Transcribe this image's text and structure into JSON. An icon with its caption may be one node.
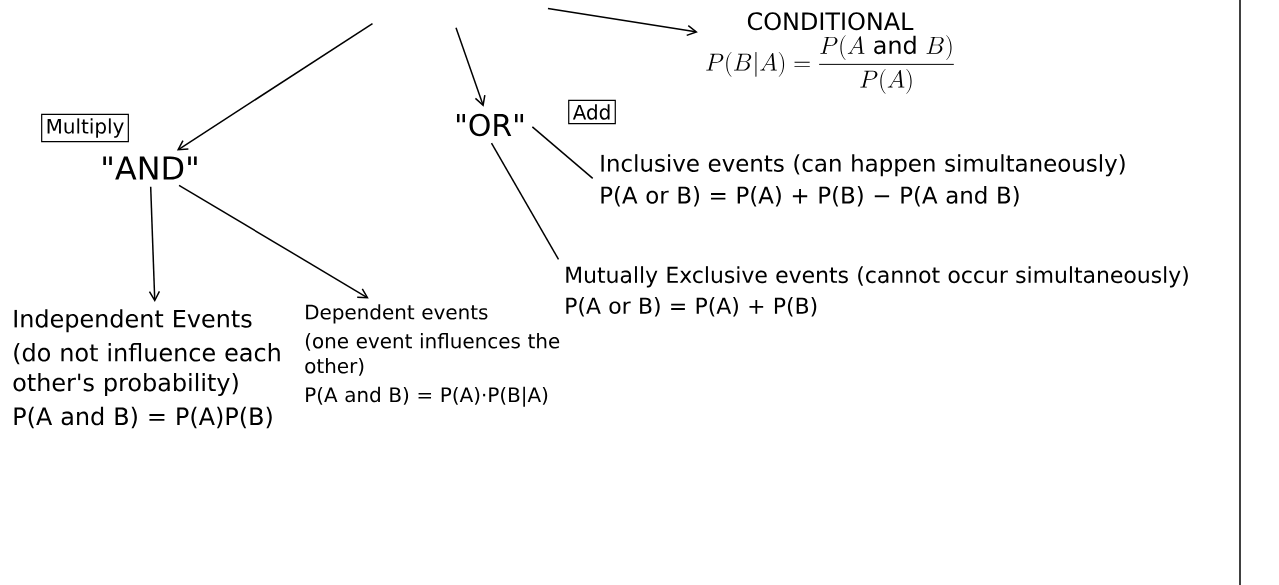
{
  "diagram": {
    "nodes": [
      {
        "text": [
          "Multiply"
        ]
      },
      {
        "text": [
          "\"AND\""
        ]
      },
      {
        "text": [
          "\"OR\""
        ]
      },
      {
        "text": [
          "Add"
        ]
      },
      {
        "text": [
          "CONDITIONAL",
          "P(B|A) = \\frac{P(A \\text{ and } B)}{P(A)}"
        ]
      },
      {
        "text": [
          "Inclusive events (can happen simultaneously)",
          "P(A or B) = P(A) + P(B) − P(A and B)"
        ]
      },
      {
        "text": [
          "Mutually Exclusive events (cannot occur simultaneously)",
          "P(A or B) = P(A) + P(B)"
        ]
      },
      {
        "text": [
          "Independent Events",
          "(do not influence each other's probability)",
          "P(A and B) = P(A)P(B)"
        ]
      },
      {
        "text": [
          "Dependent events",
          "(one event influences the other)",
          "P(A and B) = P(A)·P(B|A)"
        ]
      }
    ],
    "edges": [
      {
        "from": null,
        "to": 1,
        "arrow": "to"
      },
      {
        "from": null,
        "to": 2,
        "arrow": "to"
      },
      {
        "from": null,
        "to": 4,
        "arrow": "to"
      },
      {
        "from": 1,
        "to": 7,
        "arrow": "to"
      },
      {
        "from": 1,
        "to": 8,
        "arrow": "to"
      },
      {
        "from": 2,
        "to": 5,
        "arrow": "none"
      },
      {
        "from": 2,
        "to": 6,
        "arrow": "none"
      }
    ]
  }
}
